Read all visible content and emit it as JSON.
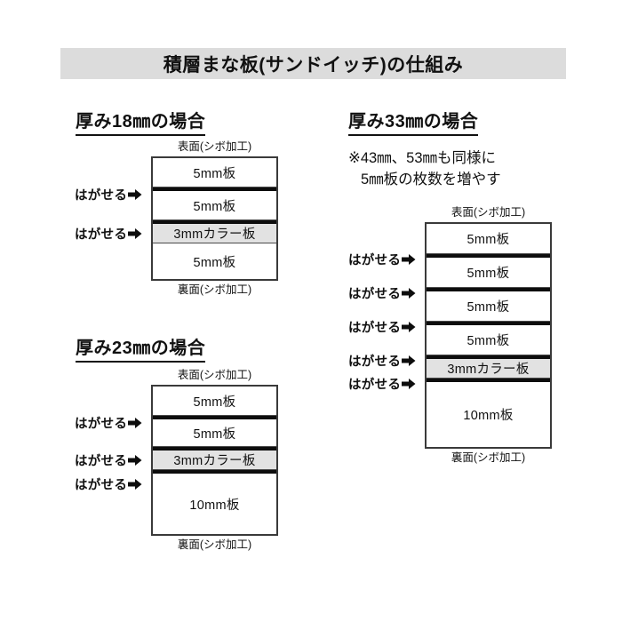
{
  "title": {
    "text": "積層まな板(サンドイッチ)の仕組み",
    "background": "#dcdcdc"
  },
  "labels": {
    "top_face": "表面(シボ加工)",
    "bottom_face": "裏面(シボ加工)",
    "peel": "はがせる",
    "arrow_icon": "right-arrow-icon"
  },
  "colors": {
    "color_board_fill": "#e2e2e2",
    "board_fill": "#ffffff",
    "outline": "#3a3a3a",
    "separator_strong": "#0d0d0d"
  },
  "sections": [
    {
      "id": "thickness-18",
      "heading": "厚み18㎜の場合",
      "note": null,
      "layers": [
        {
          "label": "5mm板",
          "type": "board",
          "peelable_above": false
        },
        {
          "label": "5mm板",
          "type": "board",
          "peelable_above": true
        },
        {
          "label": "3mmカラー板",
          "type": "color-board",
          "peelable_above": true
        },
        {
          "label": "5mm板",
          "type": "board",
          "peelable_above": false
        }
      ]
    },
    {
      "id": "thickness-23",
      "heading": "厚み23㎜の場合",
      "note": null,
      "layers": [
        {
          "label": "5mm板",
          "type": "board",
          "peelable_above": false
        },
        {
          "label": "5mm板",
          "type": "board",
          "peelable_above": true
        },
        {
          "label": "3mmカラー板",
          "type": "color-board",
          "peelable_above": true
        },
        {
          "label": "10mm板",
          "type": "board",
          "peelable_above": true
        }
      ]
    },
    {
      "id": "thickness-33",
      "heading": "厚み33㎜の場合",
      "note": {
        "line1": "※43㎜、53㎜も同様に",
        "line2": "5㎜板の枚数を増やす"
      },
      "layers": [
        {
          "label": "5mm板",
          "type": "board",
          "peelable_above": false
        },
        {
          "label": "5mm板",
          "type": "board",
          "peelable_above": true
        },
        {
          "label": "5mm板",
          "type": "board",
          "peelable_above": true
        },
        {
          "label": "5mm板",
          "type": "board",
          "peelable_above": true
        },
        {
          "label": "3mmカラー板",
          "type": "color-board",
          "peelable_above": true
        },
        {
          "label": "10mm板",
          "type": "board",
          "peelable_above": true
        }
      ]
    }
  ]
}
